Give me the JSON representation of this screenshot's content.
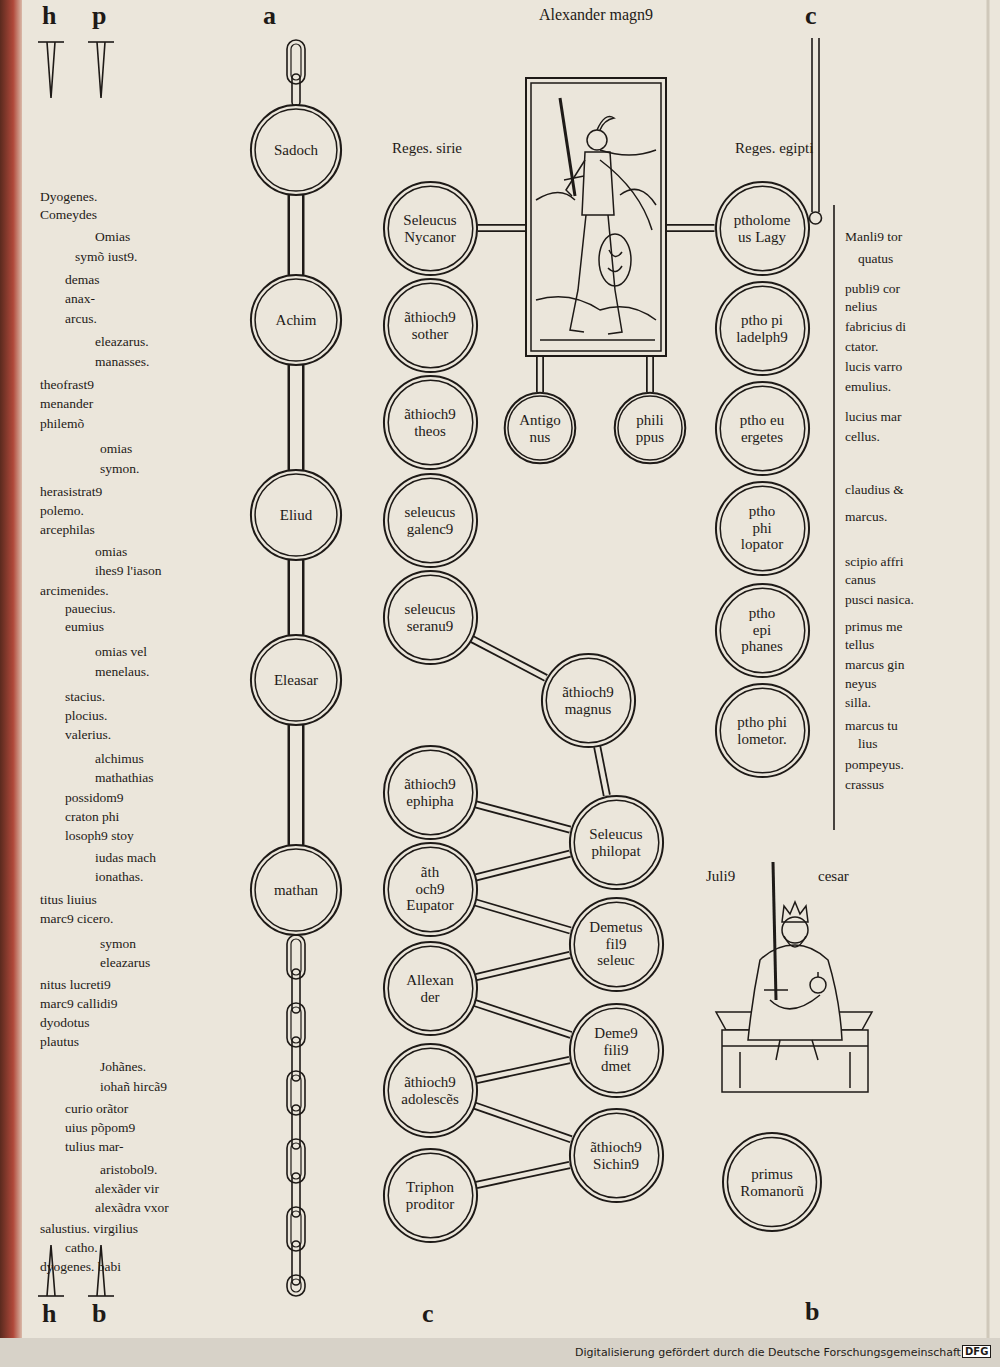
{
  "diagram": {
    "nodes": [
      {
        "text": [
          "Alexander magn9"
        ]
      },
      {
        "text": [
          "Sadoch"
        ]
      },
      {
        "text": [
          "Achim"
        ]
      },
      {
        "text": [
          "Eliud"
        ]
      },
      {
        "text": [
          "Eleasar"
        ]
      },
      {
        "text": [
          "mathan"
        ]
      },
      {
        "text": [
          "Seleucus Nycanor"
        ]
      },
      {
        "text": [
          "ãthioch9 sother"
        ]
      },
      {
        "text": [
          "ãthioch9 theos"
        ]
      },
      {
        "text": [
          "seleucus galenc9"
        ]
      },
      {
        "text": [
          "seleucus seranu9"
        ]
      },
      {
        "text": [
          "Antigo nus"
        ]
      },
      {
        "text": [
          "phili ppus"
        ]
      },
      {
        "text": [
          "ptholome us Lagy"
        ]
      },
      {
        "text": [
          "ptho pi ladelph9"
        ]
      },
      {
        "text": [
          "ptho eu ergetes"
        ]
      },
      {
        "text": [
          "ptho phi lopator"
        ]
      },
      {
        "text": [
          "ptho epi phanes"
        ]
      },
      {
        "text": [
          "ptho phi lometor."
        ]
      },
      {
        "text": [
          "ãthioch9 magnus"
        ]
      },
      {
        "text": [
          "ãthioch9 ephipha"
        ]
      },
      {
        "text": [
          "ãth och9 Eupator"
        ]
      },
      {
        "text": [
          "Allexan der"
        ]
      },
      {
        "text": [
          "ãthioch9 adolescẽs"
        ]
      },
      {
        "text": [
          "Triphon proditor"
        ]
      },
      {
        "text": [
          "Seleucus philopat"
        ]
      },
      {
        "text": [
          "Demetus fil9 seleuc"
        ]
      },
      {
        "text": [
          "Deme9 fili9 dmet"
        ]
      },
      {
        "text": [
          "ãthioch9 Sichin9"
        ]
      },
      {
        "text": [
          "primus Romanorũ"
        ]
      }
    ],
    "edges": [
      {
        "from": 0,
        "to": 6,
        "arrow": "none"
      },
      {
        "from": 0,
        "to": 13,
        "arrow": "none"
      },
      {
        "from": 0,
        "to": 11,
        "arrow": "none"
      },
      {
        "from": 0,
        "to": 12,
        "arrow": "none"
      },
      {
        "from": 1,
        "to": 2,
        "arrow": "none"
      },
      {
        "from": 2,
        "to": 3,
        "arrow": "none"
      },
      {
        "from": 3,
        "to": 4,
        "arrow": "none"
      },
      {
        "from": 4,
        "to": 5,
        "arrow": "none"
      },
      {
        "from": 10,
        "to": 19,
        "arrow": "none"
      },
      {
        "from": 19,
        "to": 25,
        "arrow": "none"
      },
      {
        "from": 20,
        "to": 25,
        "arrow": "none"
      },
      {
        "from": 21,
        "to": 25,
        "arrow": "none"
      },
      {
        "from": 21,
        "to": 26,
        "arrow": "none"
      },
      {
        "from": 22,
        "to": 26,
        "arrow": "none"
      },
      {
        "from": 22,
        "to": 27,
        "arrow": "none"
      },
      {
        "from": 23,
        "to": 27,
        "arrow": "none"
      },
      {
        "from": 23,
        "to": 28,
        "arrow": "none"
      },
      {
        "from": 24,
        "to": 28,
        "arrow": "none"
      }
    ],
    "labels": [
      "Reges. sirie",
      "Reges. egipti",
      "Juli9",
      "cesar",
      "h",
      "p",
      "a",
      "c",
      "h",
      "b",
      "c",
      "b",
      "Dyogenes.",
      "Comeydes",
      "Omias",
      "symõ iust9.",
      "demas",
      "anax-",
      "arcus.",
      "eleazarus.",
      "manasses.",
      "theofrast9",
      "menander",
      "philemõ",
      "omias",
      "symon.",
      "herasistrat9",
      "polemo.",
      "arcephilas",
      "omias",
      "ihes9 l'iason",
      "arcimenides.",
      "pauecius.",
      "eumius",
      "omias vel",
      "menelaus.",
      "stacius.",
      "plocius.",
      "valerius.",
      "alchimus",
      "mathathias",
      "possidom9",
      "craton phi",
      "losoph9 stoy",
      "iudas mach",
      "ionathas.",
      "titus liuius",
      "marc9 cicero.",
      "symon",
      "eleazarus",
      "nitus lucreti9",
      "marc9 callidi9",
      "dyodotus",
      "plautus",
      "Johãnes.",
      "iohañ hircã9",
      "curio orãtor",
      "uius põpom9",
      "tulius mar-",
      "aristobol9.",
      "alexãder vir",
      "alexãdra vxor",
      "salustius. virgilius",
      "catho.",
      "dyogenes. babi",
      "Manli9 tor",
      "quatus",
      "publi9 cor",
      "nelius",
      "fabricius di",
      "ctator.",
      "lucis varro",
      "emulius.",
      "lucius mar",
      "cellus.",
      "claudius &",
      "marcus.",
      "scipio affri",
      "canus",
      "pusci nasica.",
      "primus me",
      "tellus",
      "marcus gin",
      "neyus",
      "silla.",
      "marcus tu",
      "lius",
      "pompeyus.",
      "crassus",
      "Digitalisierung gefördert durch die Deutsche Forschungsgemeinschaft ·",
      "DFG"
    ]
  }
}
